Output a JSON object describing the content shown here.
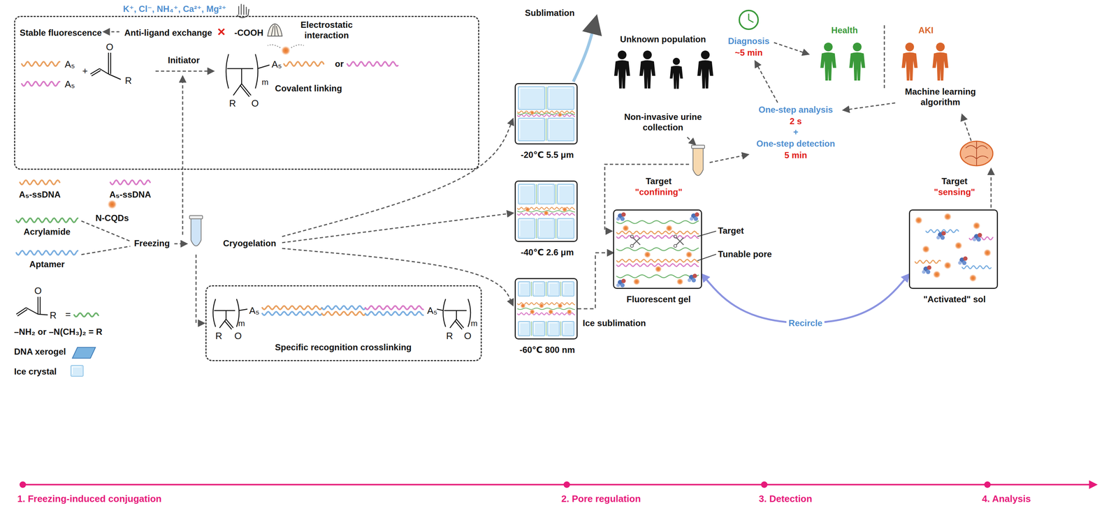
{
  "diagram": {
    "nodes": [
      {
        "text": [
          "K⁺, Cl⁻, NH₄⁺, Ca²⁺, Mg²⁺",
          "Stable fluorescence",
          "Anti-ligand exchange",
          "-COOH",
          "Electrostatic interaction",
          "A₅",
          "A₅",
          "+",
          "O",
          "R",
          "Initiator",
          "m",
          "R",
          "O",
          "A₅",
          "or",
          "Covalent linking"
        ]
      },
      {
        "text": [
          "Specific recognition crosslinking",
          "m",
          "A₅",
          "A₅",
          "m",
          "R",
          "O",
          "R",
          "O"
        ]
      },
      {
        "text": [
          "-20℃ 5.5 μm"
        ]
      },
      {
        "text": [
          "-40℃ 2.6 μm"
        ]
      },
      {
        "text": [
          "-60℃ 800 nm"
        ]
      },
      {
        "text": [
          "Target",
          "\"confining\"",
          "Fluorescent gel"
        ]
      },
      {
        "text": [
          "Target",
          "\"sensing\"",
          "\"Activated\" sol"
        ]
      }
    ],
    "edges": [
      {
        "from": 4,
        "to": 5,
        "arrow": "to",
        "label": "Ice sublimation"
      },
      {
        "from": 5,
        "to": 6,
        "arrow": "both",
        "label": "Recircle"
      }
    ],
    "labels": [
      "Sublimation",
      "Freezing",
      "Cryogelation",
      "O",
      "R",
      "=",
      "–NH₂ or –N(CH₃)₂ = R",
      "Unknown population",
      "Non-invasive urine collection",
      "Diagnosis",
      "~5 min",
      "Health",
      "AKI",
      "One-step analysis",
      "2 s",
      "+",
      "One-step detection",
      "5 min",
      "Machine learning algorithm",
      "Target",
      "Tunable pore",
      "1. Freezing-induced conjugation",
      "2. Pore regulation",
      "3. Detection",
      "4. Analysis"
    ],
    "legend": [
      {
        "text": "A₅-ssDNA"
      },
      {
        "text": "A₅-ssDNA"
      },
      {
        "text": "N-CQDs"
      },
      {
        "text": "Acrylamide"
      },
      {
        "text": "Aptamer"
      },
      {
        "text": "DNA xerogel"
      },
      {
        "text": "Ice crystal"
      }
    ]
  }
}
